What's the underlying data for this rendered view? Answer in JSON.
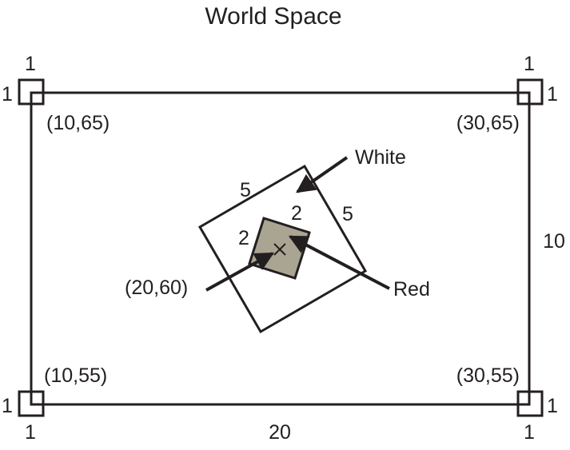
{
  "title": "World Space",
  "colors": {
    "line": "#231f20",
    "red_fill": "#aaa593",
    "background": "#ffffff"
  },
  "corners": {
    "top_left": {
      "coord": "(10,65)",
      "size_top": "1",
      "size_side": "1"
    },
    "top_right": {
      "coord": "(30,65)",
      "size_top": "1",
      "size_side": "1"
    },
    "bottom_left": {
      "coord": "(10,55)",
      "size_bottom": "1",
      "size_side": "1"
    },
    "bottom_right": {
      "coord": "(30,55)",
      "size_bottom": "1",
      "size_side": "1"
    }
  },
  "dimensions": {
    "width": "20",
    "height": "10"
  },
  "white_square": {
    "label": "White",
    "side_top": "5",
    "side_right": "5"
  },
  "red_square": {
    "label": "Red",
    "side_top": "2",
    "side_left": "2",
    "center_coord": "(20,60)"
  }
}
